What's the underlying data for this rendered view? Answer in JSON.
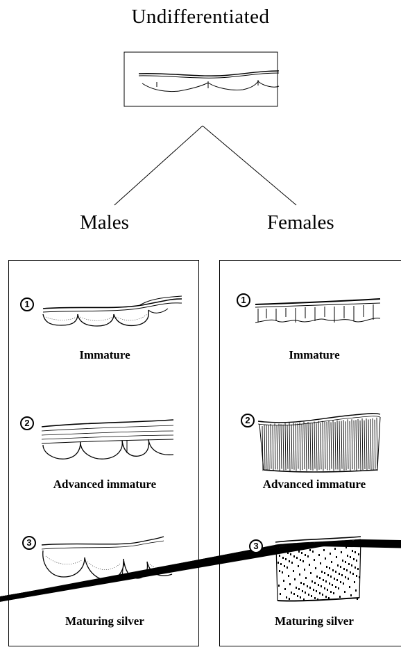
{
  "title": "Undifferentiated",
  "branches": {
    "males": "Males",
    "females": "Females"
  },
  "males": {
    "stages": [
      {
        "number": "1",
        "label": "Immature"
      },
      {
        "number": "2",
        "label": "Advanced immature"
      },
      {
        "number": "3",
        "label": "Maturing silver"
      }
    ]
  },
  "females": {
    "stages": [
      {
        "number": "1",
        "label": "Immature"
      },
      {
        "number": "2",
        "label": "Advanced immature"
      },
      {
        "number": "3",
        "label": "Maturing silver"
      }
    ]
  }
}
